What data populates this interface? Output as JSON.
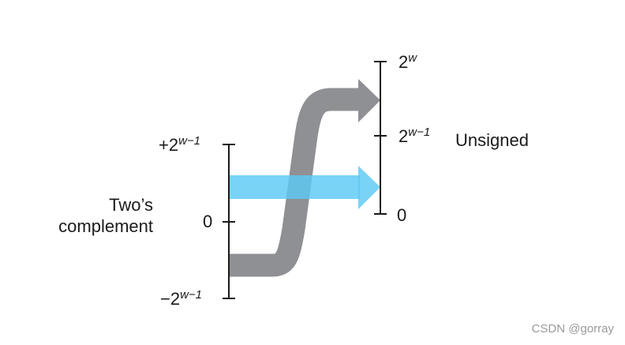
{
  "twos_complement": {
    "title_line1": "Two’s",
    "title_line2": "complement",
    "tick_top": {
      "base": "+2",
      "exp": "w−1"
    },
    "tick_mid": "0",
    "tick_bottom": {
      "base": "−2",
      "exp": "w−1"
    }
  },
  "unsigned": {
    "title": "Unsigned",
    "tick_top": {
      "base": "2",
      "exp": "w"
    },
    "tick_mid": {
      "base": "2",
      "exp": "w−1"
    },
    "tick_bottom": "0"
  },
  "watermark": "CSDN @gorray",
  "colors": {
    "negative_arrow": "#8f9093",
    "positive_arrow": "#5cc9f5",
    "axis": "#1a1a1a",
    "text": "#1a1a1a"
  }
}
